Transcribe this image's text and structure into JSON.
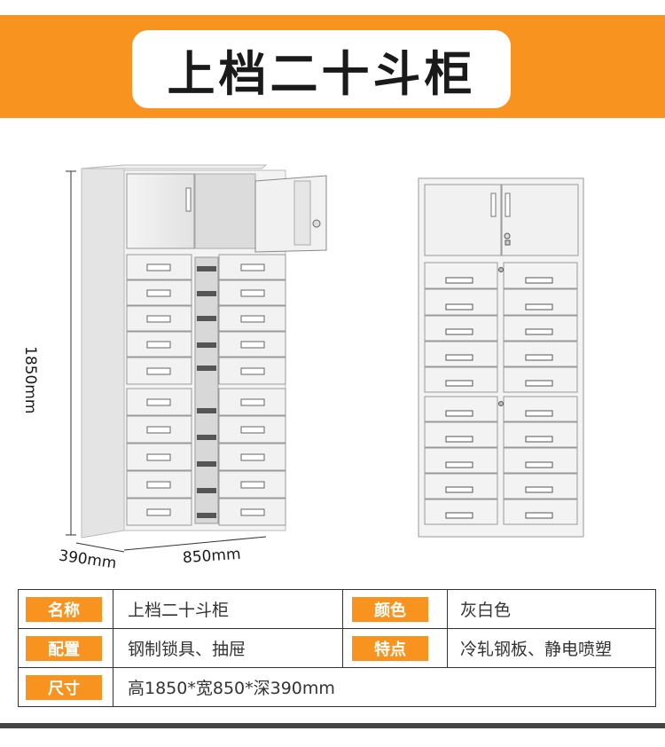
{
  "title": "上档二十斗柜",
  "dimensions": {
    "height": "1850mm",
    "depth": "390mm",
    "width": "850mm"
  },
  "specs": {
    "name_label": "名称",
    "name_value": "上档二十斗柜",
    "color_label": "颜色",
    "color_value": "灰白色",
    "config_label": "配置",
    "config_value": "钢制锁具、抽屉",
    "feature_label": "特点",
    "feature_value": "冷轧钢板、静电喷塑",
    "size_label": "尺寸",
    "size_value": "高1850*宽850*深390mm"
  },
  "colors": {
    "accent": "#f7931e",
    "cabinet": "#eeeeee"
  }
}
